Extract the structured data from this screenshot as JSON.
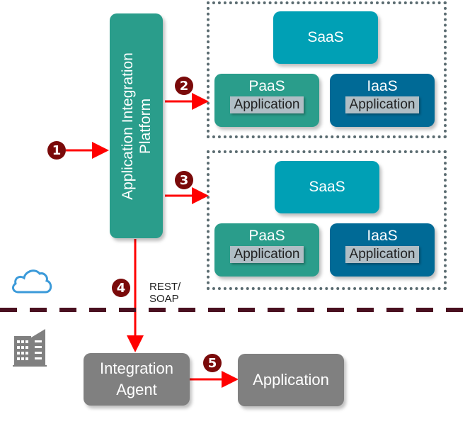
{
  "platform": {
    "label_line1": "Application Integration",
    "label_line2": "Platform"
  },
  "cloud_group_1": {
    "saas": "SaaS",
    "paas": {
      "title": "PaaS",
      "app": "Application"
    },
    "iaas": {
      "title": "IaaS",
      "app": "Application"
    }
  },
  "cloud_group_2": {
    "saas": "SaaS",
    "paas": {
      "title": "PaaS",
      "app": "Application"
    },
    "iaas": {
      "title": "IaaS",
      "app": "Application"
    }
  },
  "agent": {
    "line1": "Integration",
    "line2": "Agent"
  },
  "onprem_app": "Application",
  "protocol_label": {
    "line1": "REST/",
    "line2": "SOAP"
  },
  "steps": [
    "1",
    "2",
    "3",
    "4",
    "5"
  ],
  "icons": {
    "cloud": "cloud-icon",
    "building": "building-icon"
  },
  "colors": {
    "teal": "#2a9d8b",
    "saas": "#00a0b5",
    "iaas": "#006a96",
    "arrow": "#ff0000",
    "badge": "#7a0a0a",
    "divider": "#4a1020"
  }
}
